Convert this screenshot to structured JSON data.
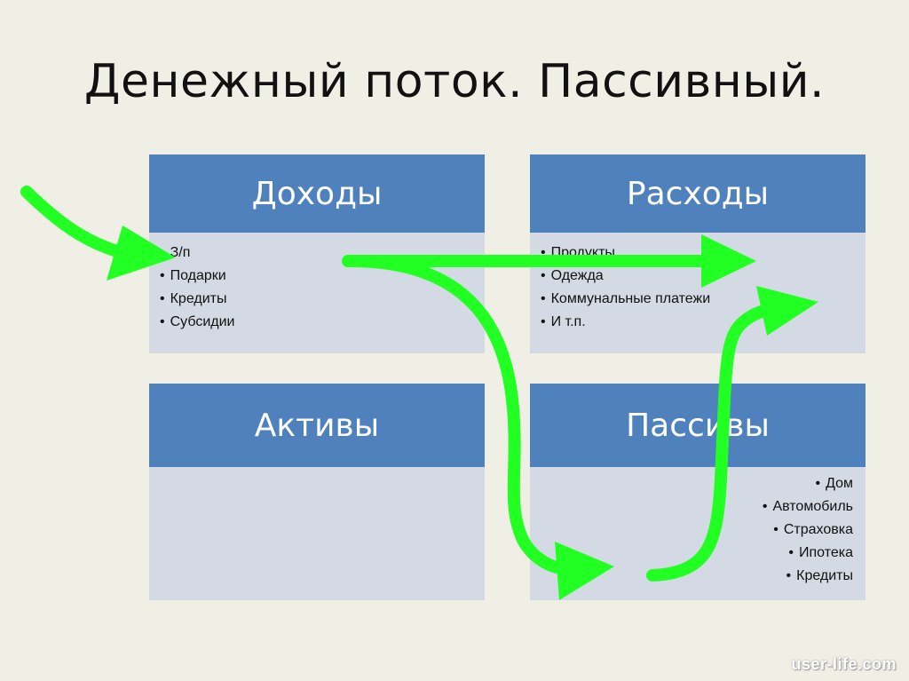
{
  "title": "Денежный поток. Пассивный.",
  "boxes": {
    "income": {
      "header": "Доходы",
      "items": [
        "З/п",
        "Подарки",
        "Кредиты",
        "Субсидии"
      ]
    },
    "expenses": {
      "header": "Расходы",
      "items": [
        "Продукты",
        "Одежда",
        "Коммунальные платежи",
        "И т.п."
      ]
    },
    "assets": {
      "header": "Активы",
      "items": []
    },
    "liabilities": {
      "header": "Пассивы",
      "items": [
        "Дом",
        "Автомобиль",
        "Страховка",
        "Ипотека",
        "Кредиты"
      ]
    }
  },
  "colors": {
    "background": "#efefe6",
    "header": "#4f81bd",
    "body": "#d4dae4",
    "arrow": "#22ff22"
  },
  "watermark": "user-life.com"
}
